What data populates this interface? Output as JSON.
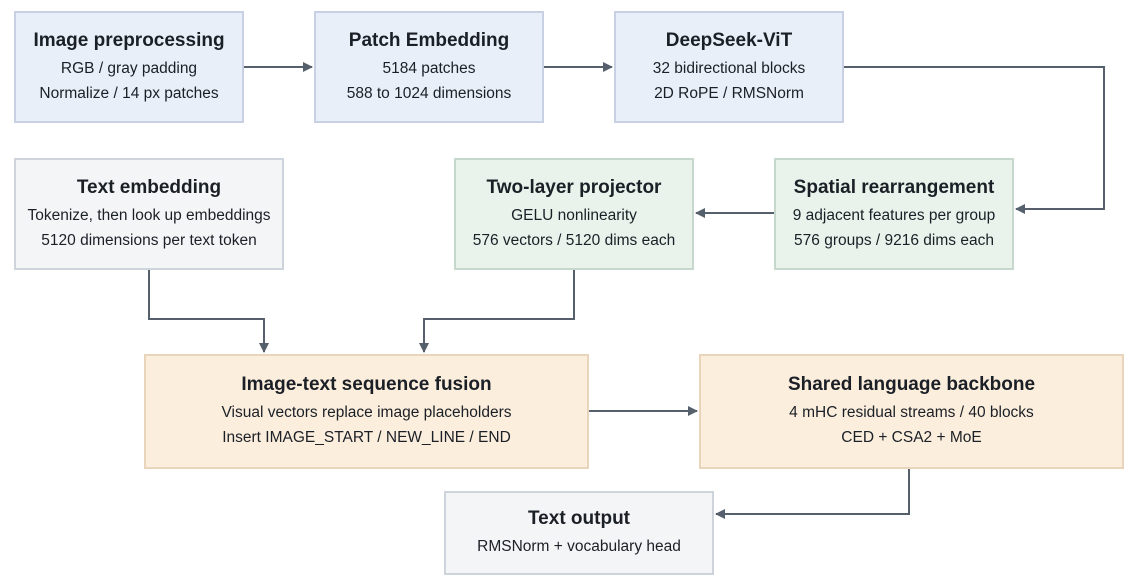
{
  "nodes": {
    "preprocess": {
      "title": "Image preprocessing",
      "lines": [
        "RGB / gray padding",
        "Normalize / 14 px patches"
      ],
      "color": "#e9eff9"
    },
    "patch": {
      "title": "Patch Embedding",
      "lines": [
        "5184 patches",
        "588 to 1024 dimensions"
      ],
      "color": "#e9eff9"
    },
    "vit": {
      "title": "DeepSeek-ViT",
      "lines": [
        "32 bidirectional blocks",
        "2D RoPE / RMSNorm"
      ],
      "color": "#e9eff9"
    },
    "text_emb": {
      "title": "Text embedding",
      "lines": [
        "Tokenize, then look up embeddings",
        "5120 dimensions per text token"
      ],
      "color": "#f3f5f7"
    },
    "projector": {
      "title": "Two-layer projector",
      "lines": [
        "GELU nonlinearity",
        "576 vectors / 5120 dims each"
      ],
      "color": "#e9f3ec"
    },
    "spatial": {
      "title": "Spatial rearrangement",
      "lines": [
        "9 adjacent features per group",
        "576 groups / 9216 dims each"
      ],
      "color": "#e9f3ec"
    },
    "fusion": {
      "title": "Image-text sequence fusion",
      "lines": [
        "Visual vectors replace image placeholders",
        "Insert IMAGE_START / NEW_LINE / END"
      ],
      "color": "#fbeedd"
    },
    "backbone": {
      "title": "Shared language backbone",
      "lines": [
        "4 mHC residual streams / 40 blocks",
        "CED + CSA2 + MoE"
      ],
      "color": "#fbeedd"
    },
    "output": {
      "title": "Text output",
      "lines": [
        "RMSNorm + vocabulary head"
      ],
      "color": "#f3f5f7"
    }
  },
  "edges": [
    {
      "from": "preprocess",
      "to": "patch"
    },
    {
      "from": "patch",
      "to": "vit"
    },
    {
      "from": "vit",
      "to": "spatial"
    },
    {
      "from": "spatial",
      "to": "projector"
    },
    {
      "from": "text_emb",
      "to": "fusion"
    },
    {
      "from": "projector",
      "to": "fusion"
    },
    {
      "from": "fusion",
      "to": "backbone"
    },
    {
      "from": "backbone",
      "to": "output"
    }
  ],
  "colors": {
    "edge": "#56606c"
  }
}
